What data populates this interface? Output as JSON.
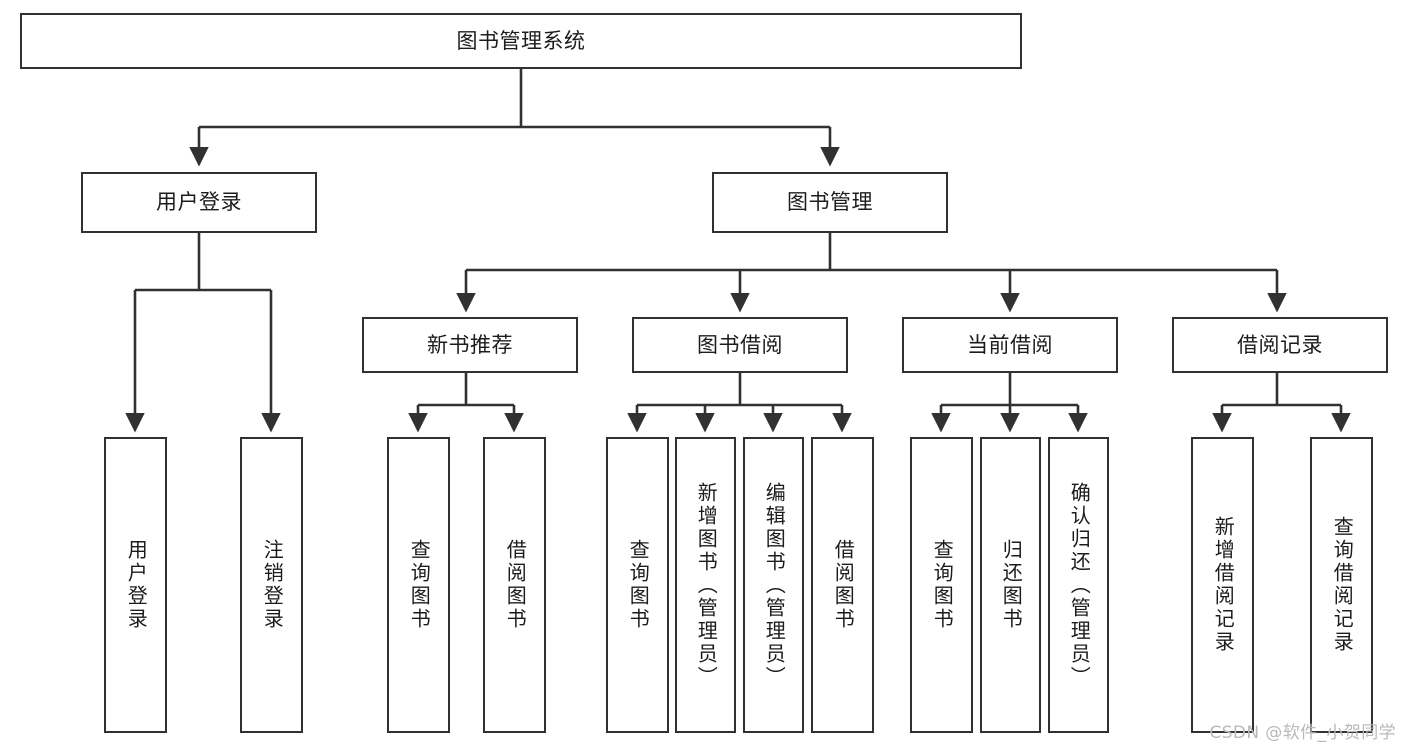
{
  "diagram": {
    "type": "tree",
    "title": "图书管理系统",
    "watermark": "CSDN @软件_小贺同学",
    "colors": {
      "box_border": "#31322f",
      "box_fill": "#ffffff",
      "connector": "#31322f",
      "text": "#1c1c1c",
      "background": "#ffffff",
      "watermark": "#b9b9b9"
    },
    "nodes": {
      "root": {
        "label": "图书管理系统",
        "level": 0,
        "orientation": "horizontal"
      },
      "l1": [
        {
          "id": "user-login",
          "label": "用户登录",
          "orientation": "horizontal"
        },
        {
          "id": "book-manage",
          "label": "图书管理",
          "orientation": "horizontal"
        }
      ],
      "l2": [
        {
          "id": "new-book-recommend",
          "label": "新书推荐",
          "parent": "book-manage",
          "orientation": "horizontal"
        },
        {
          "id": "book-borrow",
          "label": "图书借阅",
          "parent": "book-manage",
          "orientation": "horizontal"
        },
        {
          "id": "current-borrow",
          "label": "当前借阅",
          "parent": "book-manage",
          "orientation": "horizontal"
        },
        {
          "id": "borrow-record",
          "label": "借阅记录",
          "parent": "book-manage",
          "orientation": "horizontal"
        }
      ],
      "leaves": [
        {
          "id": "leaf-user-login",
          "label": "用户登录",
          "parent": "user-login",
          "orientation": "vertical"
        },
        {
          "id": "leaf-logout-login",
          "label": "注销登录",
          "parent": "user-login",
          "orientation": "vertical"
        },
        {
          "id": "leaf-query-book-1",
          "label": "查询图书",
          "parent": "new-book-recommend",
          "orientation": "vertical"
        },
        {
          "id": "leaf-borrow-book-1",
          "label": "借阅图书",
          "parent": "new-book-recommend",
          "orientation": "vertical"
        },
        {
          "id": "leaf-query-book-2",
          "label": "查询图书",
          "parent": "book-borrow",
          "orientation": "vertical"
        },
        {
          "id": "leaf-add-book",
          "label": "新增图书（管理员）",
          "parent": "book-borrow",
          "orientation": "vertical"
        },
        {
          "id": "leaf-edit-book",
          "label": "编辑图书（管理员）",
          "parent": "book-borrow",
          "orientation": "vertical"
        },
        {
          "id": "leaf-borrow-book-2",
          "label": "借阅图书",
          "parent": "book-borrow",
          "orientation": "vertical"
        },
        {
          "id": "leaf-query-book-3",
          "label": "查询图书",
          "parent": "current-borrow",
          "orientation": "vertical"
        },
        {
          "id": "leaf-return-book",
          "label": "归还图书",
          "parent": "current-borrow",
          "orientation": "vertical"
        },
        {
          "id": "leaf-confirm-return",
          "label": "确认归还（管理员）",
          "parent": "current-borrow",
          "orientation": "vertical"
        },
        {
          "id": "leaf-add-record",
          "label": "新增借阅记录",
          "parent": "borrow-record",
          "orientation": "vertical"
        },
        {
          "id": "leaf-query-record",
          "label": "查询借阅记录",
          "parent": "borrow-record",
          "orientation": "vertical"
        }
      ]
    }
  }
}
